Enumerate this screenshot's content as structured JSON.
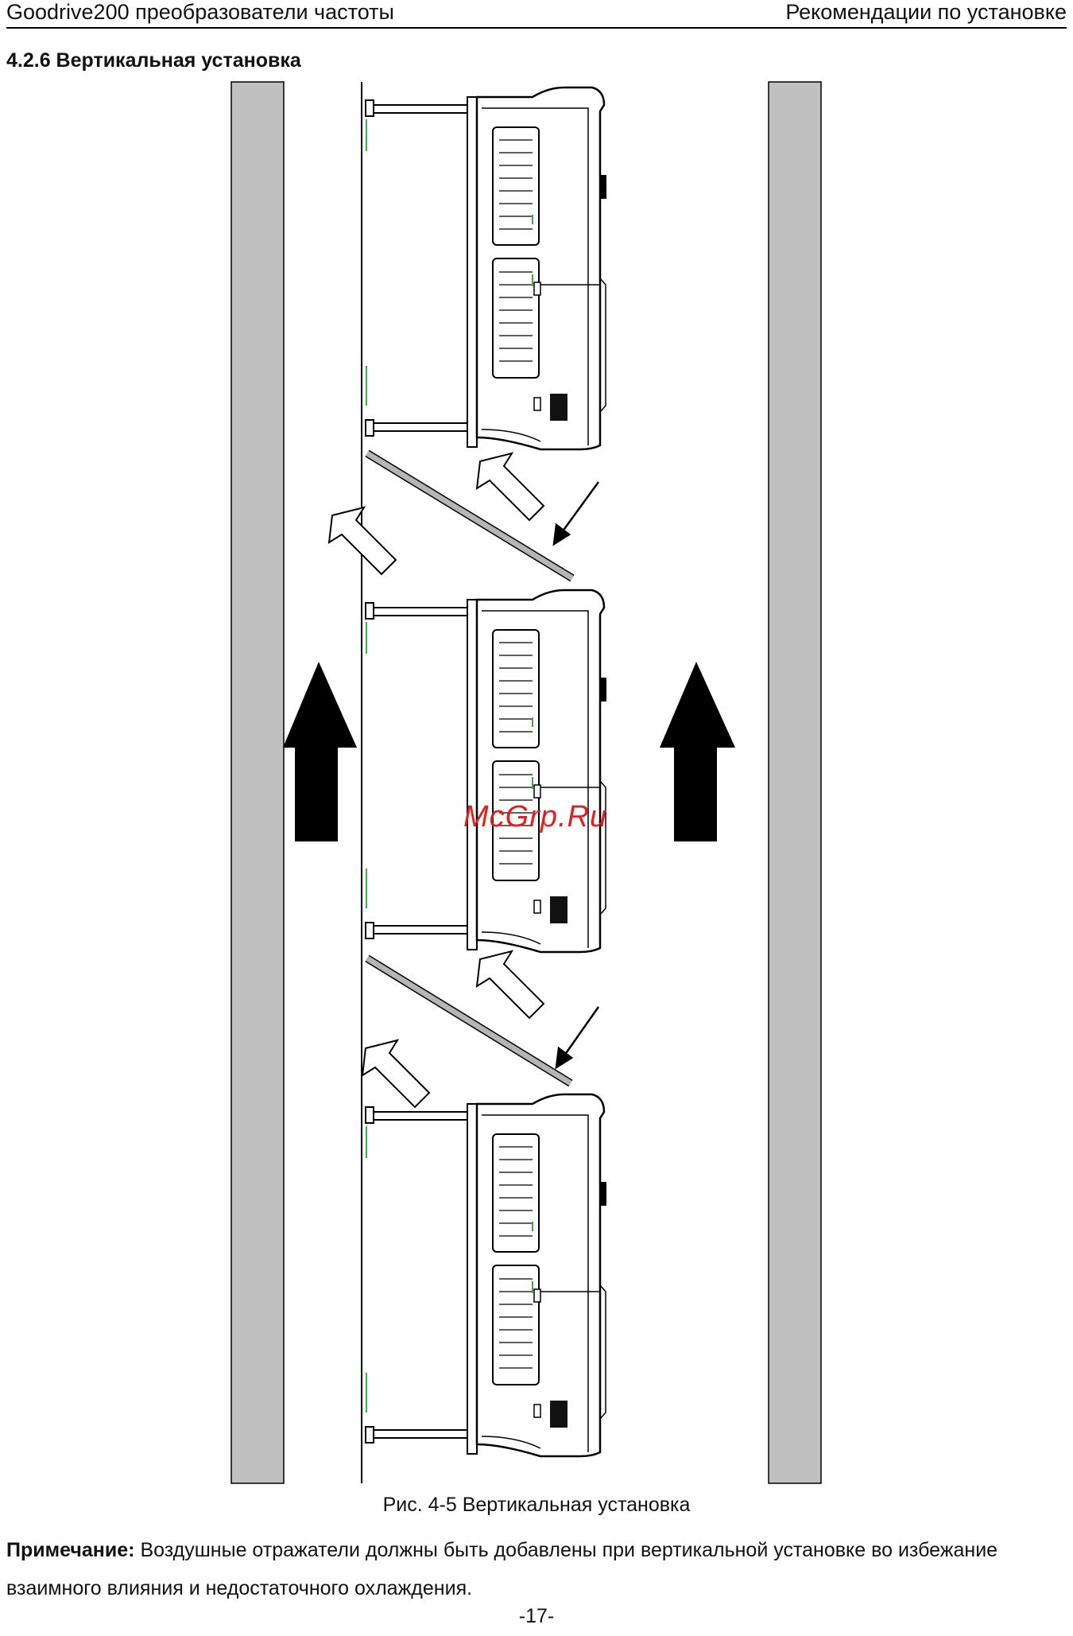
{
  "header": {
    "left_text": "Goodrive200 преобразователи частоты",
    "right_text": "Рекомендации по установке"
  },
  "section": {
    "title": "4.2.6 Вертикальная установка"
  },
  "figure": {
    "caption": "Рис. 4-5 Вертикальная установка",
    "watermark": "McGrp.Ru",
    "colors": {
      "wall": "#c0c0c0",
      "line": "#000000",
      "accent_green": "#3fae49",
      "baffle": "#b5b5b5"
    },
    "units": [
      "inverter-unit-1",
      "inverter-unit-2",
      "inverter-unit-3"
    ]
  },
  "note": {
    "label": "Примечание:",
    "text": " Воздушные отражатели должны быть добавлены при вертикальной установке во избежание взаимного влияния и недостаточного охлаждения."
  },
  "page": {
    "number": "-17-"
  }
}
